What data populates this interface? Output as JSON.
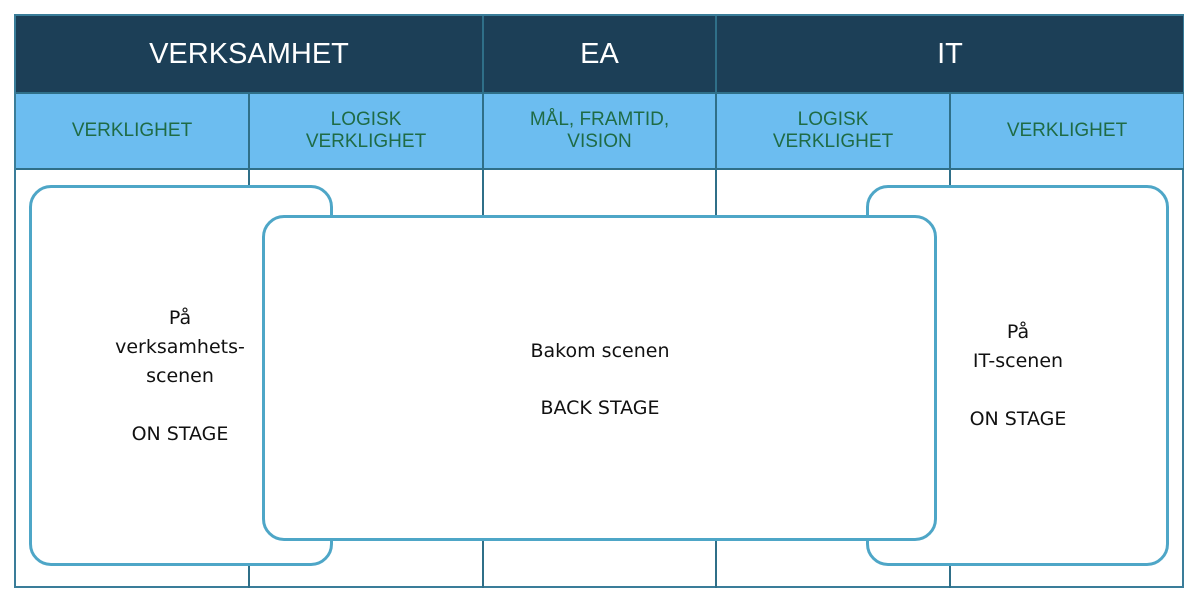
{
  "header": {
    "groups": [
      {
        "label": "VERKSAMHET"
      },
      {
        "label": "EA"
      },
      {
        "label": "IT"
      }
    ],
    "columns": [
      {
        "label": "VERKLIGHET"
      },
      {
        "label": "LOGISK\nVERKLIGHET"
      },
      {
        "label": "MÅL, FRAMTID,\nVISION"
      },
      {
        "label": "LOGISK\nVERKLIGHET"
      },
      {
        "label": "VERKLIGHET"
      }
    ]
  },
  "stages": {
    "left": {
      "title": "På\nverksamhets-\nscenen",
      "subtitle": "ON STAGE"
    },
    "center": {
      "title": "Bakom scenen",
      "subtitle": "BACK STAGE"
    },
    "right": {
      "title": "På\nIT-scenen",
      "subtitle": "ON STAGE"
    }
  },
  "colors": {
    "header_dark": "#1c3f57",
    "header_light": "#6cbdf0",
    "sub_text": "#1f6b45",
    "box_border": "#4ea6c7",
    "grid_line": "#2f6f88"
  }
}
